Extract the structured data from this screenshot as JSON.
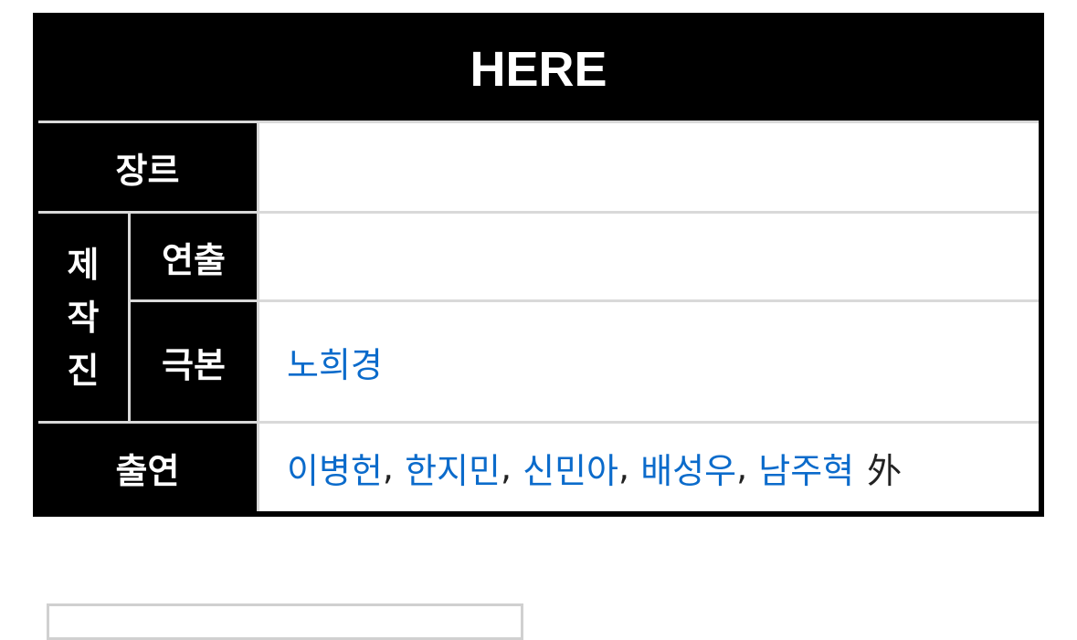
{
  "infobox": {
    "title": "HERE",
    "genre": {
      "label": "장르",
      "value": ""
    },
    "production": {
      "group_label": [
        "제",
        "작",
        "진"
      ],
      "director": {
        "label": "연출",
        "value": ""
      },
      "writer": {
        "label": "극본",
        "names": [
          "노희경"
        ]
      }
    },
    "cast": {
      "label": "출연",
      "names": [
        "이병헌",
        "한지민",
        "신민아",
        "배성우",
        "남주혁"
      ],
      "separator": ", ",
      "suffix": "外"
    }
  },
  "colors": {
    "header_bg": "#000000",
    "link": "#0b6bcb",
    "divider": "#d9d9d9"
  }
}
